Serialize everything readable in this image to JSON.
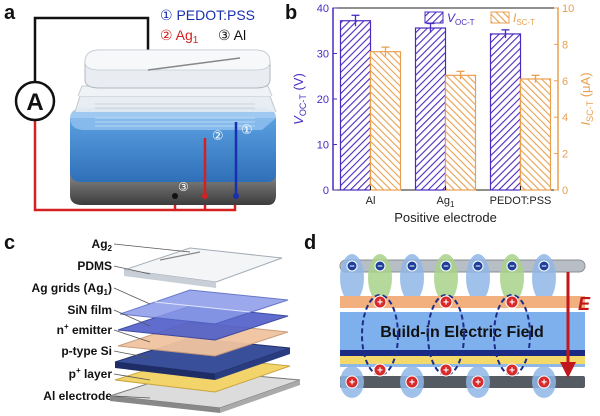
{
  "figure": {
    "panels": {
      "a": {
        "letter": "a",
        "meter_symbol": "A",
        "legend": {
          "pedot": "① PEDOT:PSS",
          "ag1_prefix": "② Ag",
          "ag1_sub": "1",
          "al": "③ Al"
        },
        "markers": {
          "one": "①",
          "two": "②",
          "three": "③"
        }
      },
      "b": {
        "letter": "b"
      },
      "c": {
        "letter": "c",
        "layers": [
          {
            "text": "Ag",
            "sub": "2",
            "sup": ""
          },
          {
            "text": "PDMS",
            "sub": "",
            "sup": ""
          },
          {
            "text": "Ag grids (Ag",
            "sub": "1",
            "sup": "",
            "tail": ")"
          },
          {
            "text": "SiN film",
            "sub": "",
            "sup": ""
          },
          {
            "text": "n",
            "sub": "",
            "sup": "+",
            "tail": " emitter"
          },
          {
            "text": "p-type Si",
            "sub": "",
            "sup": ""
          },
          {
            "text": "p",
            "sub": "",
            "sup": "+",
            "tail": " layer"
          },
          {
            "text": "Al electrode",
            "sub": "",
            "sup": ""
          }
        ]
      },
      "d": {
        "letter": "d",
        "field_label": "Build-in Electric Field",
        "e_label": "E"
      }
    },
    "colors": {
      "voc": "#4b2bbf",
      "isc": "#e8a050",
      "pedot": "#1a2fb0",
      "ag": "#d42020",
      "wire": "#d42020"
    }
  },
  "chart_data": {
    "type": "bar",
    "categories": [
      "Al",
      "Ag1",
      "PEDOT:PSS"
    ],
    "category_labels": [
      {
        "base": "Al",
        "sub": ""
      },
      {
        "base": "Ag",
        "sub": "1"
      },
      {
        "base": "PEDOT:PSS",
        "sub": ""
      }
    ],
    "series": [
      {
        "name": "VOC-T",
        "legend_base": "V",
        "legend_sub": "OC-T",
        "axis": "left",
        "values": [
          37.2,
          35.6,
          34.3
        ],
        "errors": [
          1.2,
          1.0,
          0.9
        ],
        "color": "#4b2bbf"
      },
      {
        "name": "ISC-T",
        "legend_base": "I",
        "legend_sub": "SC-T",
        "axis": "right",
        "values": [
          7.6,
          6.3,
          6.1
        ],
        "errors": [
          0.25,
          0.22,
          0.2
        ],
        "color": "#e8a050"
      }
    ],
    "xlabel": "Positive electrode",
    "ylabel_left": {
      "base": "V",
      "sub": "OC-T",
      "unit": " (V)"
    },
    "ylabel_right": {
      "base": "I",
      "sub": "SC-T",
      "unit": " (μA)"
    },
    "ylim_left": [
      0,
      40
    ],
    "ylim_right": [
      0,
      10
    ],
    "yticks_left": [
      0,
      10,
      20,
      30,
      40
    ],
    "yticks_right": [
      0,
      2,
      4,
      6,
      8,
      10
    ],
    "grid": false,
    "legend": "top-right"
  }
}
